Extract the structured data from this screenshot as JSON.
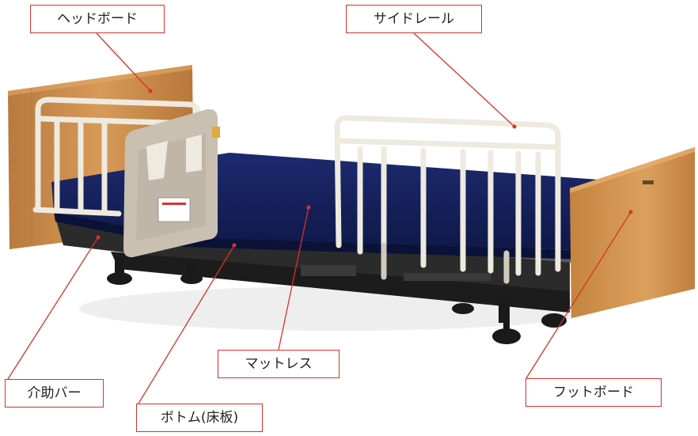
{
  "labels": {
    "headboard": "ヘッドボード",
    "side_rail": "サイドレール",
    "mattress": "マットレス",
    "assist_bar": "介助バー",
    "bottom": "ボトム(床板)",
    "footboard": "フットボード"
  },
  "colors": {
    "leader_line": "#d6322c",
    "wood": "#c98a4b",
    "mattress": "#16215c",
    "rail": "#eeeae0",
    "frame": "#2b2b2b"
  }
}
